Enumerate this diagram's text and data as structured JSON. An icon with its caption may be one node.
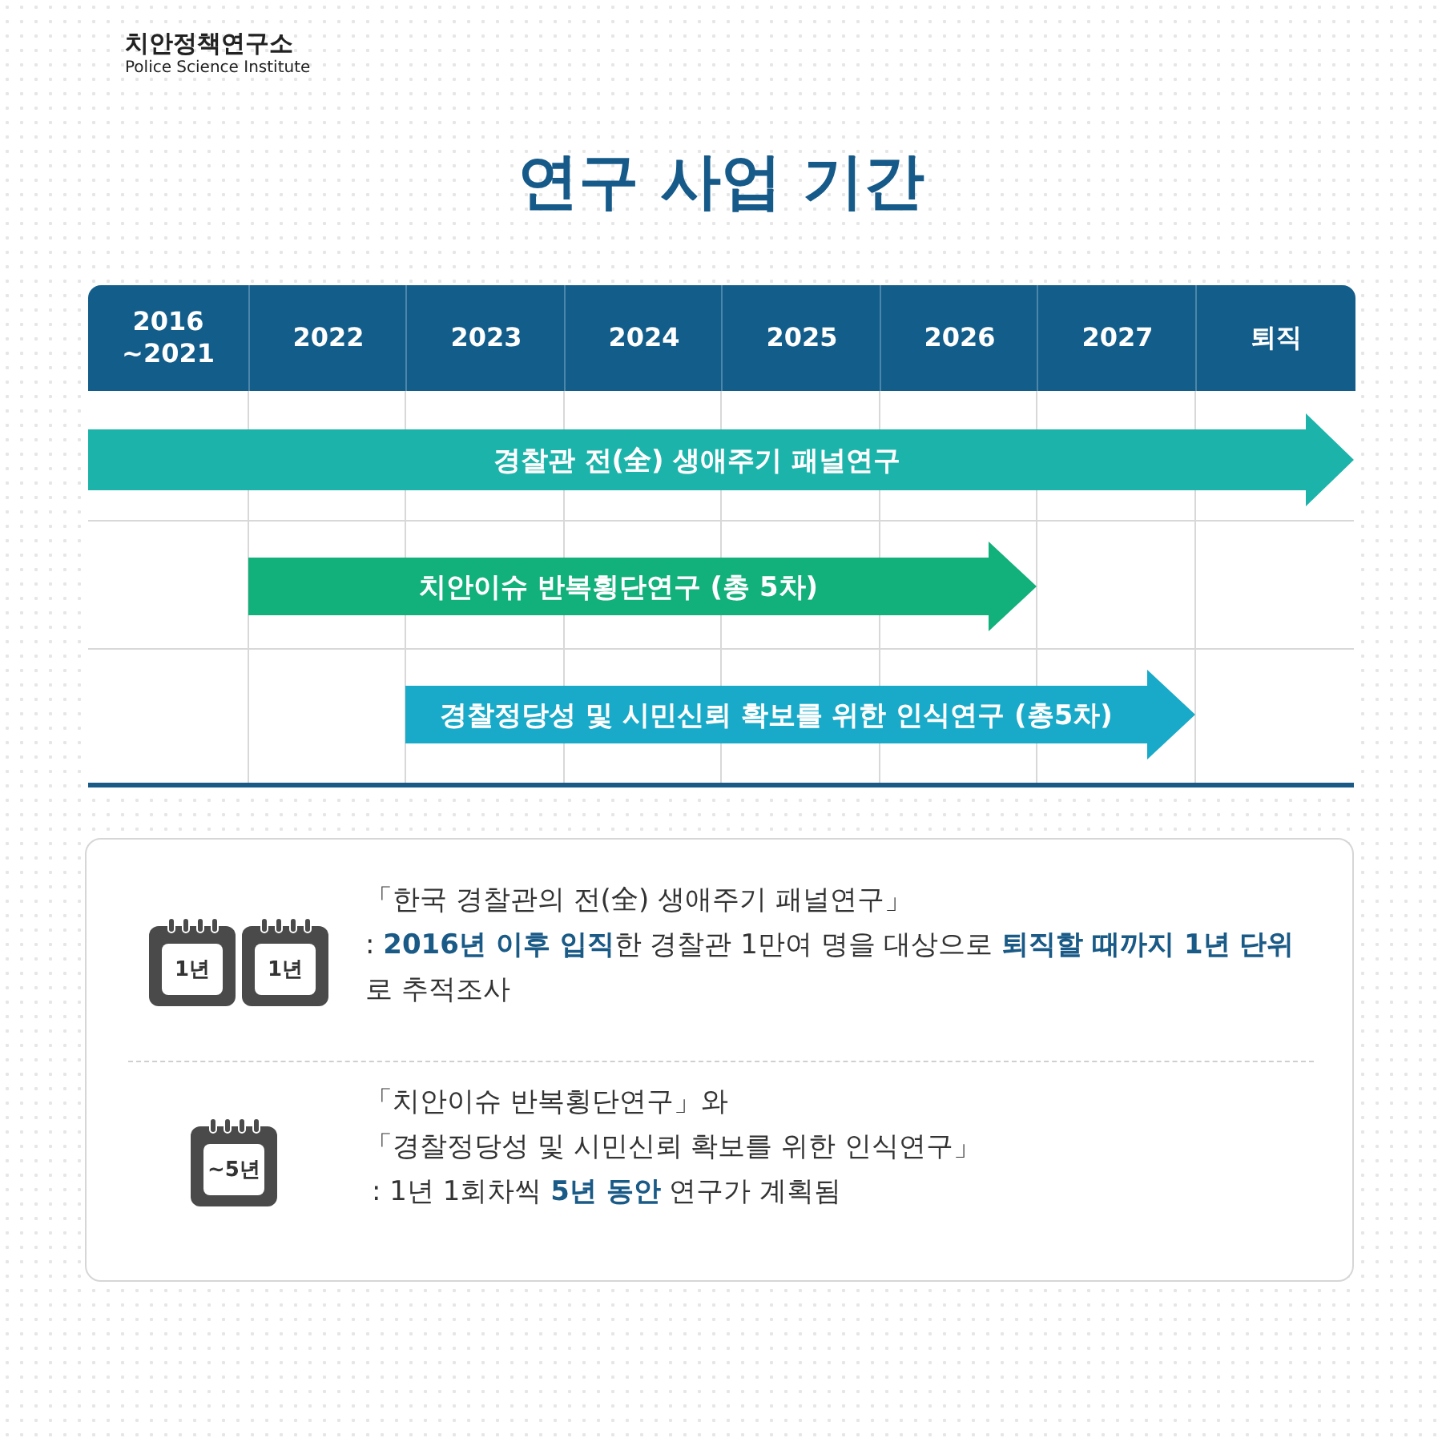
{
  "diagram": {
    "title": "연구 사업 기간",
    "nodes": [
      {
        "text": [
          "경찰관 전(全) 생애주기 패널연구"
        ]
      },
      {
        "text": [
          "치안이슈 반복횡단연구 (총 5차)"
        ]
      },
      {
        "text": [
          "경찰정당성 및 시민신뢰 확보를 위한 인식연구 (총5차)"
        ]
      }
    ],
    "labels": [
      "치안정책연구소",
      "Police Science Institute",
      "2016 ~2021",
      "2022",
      "2023",
      "2024",
      "2025",
      "2026",
      "2027",
      "퇴직",
      "1년",
      "1년",
      "「한국 경찰관의 전(全) 생애주기 패널연구」",
      ": **2016년 이후 입직**한 경찰관 1만여 명을 대상으로 **퇴직할 때까지 1년 단위**로 추적조사",
      "~5년",
      "「치안이슈 반복횡단연구」와",
      "「경찰정당성 및 시민신뢰 확보를 위한 인식연구」",
      ": 1년 1회차씩 **5년 동안** 연구가 계획됨"
    ]
  }
}
